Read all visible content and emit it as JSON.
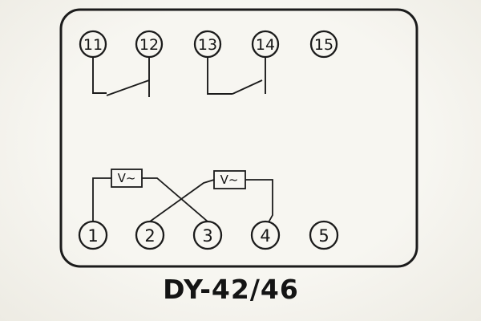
{
  "title": "DY-42/46",
  "diagram": {
    "top_terminals": [
      "11",
      "12",
      "13",
      "14",
      "15"
    ],
    "bottom_terminals": [
      "1",
      "2",
      "3",
      "4",
      "5"
    ],
    "meters": [
      {
        "label": "V~"
      },
      {
        "label": "V~"
      }
    ]
  },
  "colors": {
    "ink": "#1b1b1b",
    "paper": "#f6f5f0"
  }
}
